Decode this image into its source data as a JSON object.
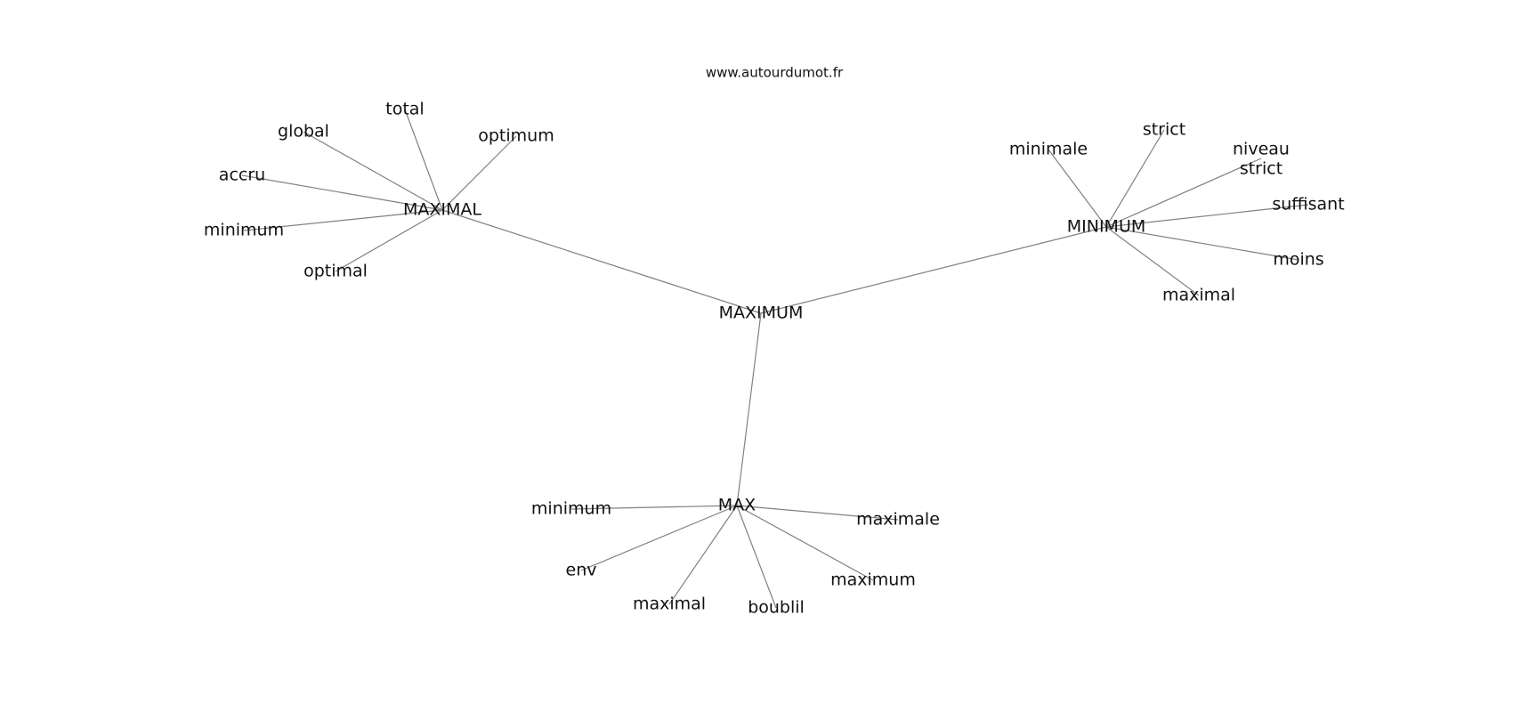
{
  "site": "www.autourdumot.fr",
  "graph": {
    "center": "MAXIMUM",
    "hubs": [
      {
        "label": "MAXIMAL",
        "words": [
          "total",
          "global",
          "optimum",
          "accru",
          "minimum",
          "optimal"
        ]
      },
      {
        "label": "MINIMUM",
        "words": [
          "minimale",
          "strict",
          "niveau strict",
          "suffisant",
          "moins",
          "maximal"
        ]
      },
      {
        "label": "MAX",
        "words": [
          "minimum",
          "maximale",
          "env",
          "maximal",
          "boublil",
          "maximum"
        ]
      }
    ]
  },
  "colors": {
    "edge": "#808080",
    "text": "#111111",
    "background": "#ffffff"
  }
}
